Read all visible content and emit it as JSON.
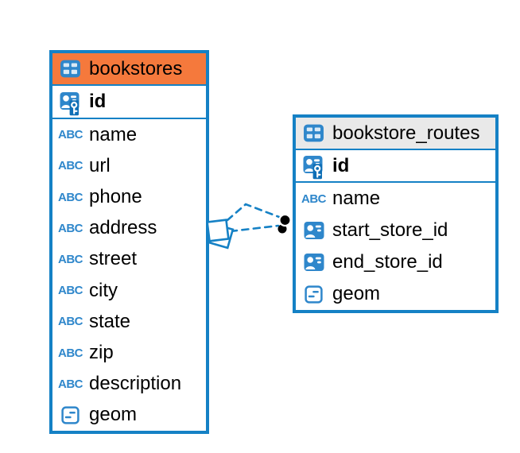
{
  "diagram": {
    "colors": {
      "accent": "#1581c5",
      "icon": "#2f87cb",
      "icon_dark": "#0f6fb6",
      "text": "#000000",
      "bg": "#ffffff",
      "dot": "#000000"
    }
  },
  "icons": {
    "text_type_label": "ABC"
  },
  "tables": [
    {
      "name": "bookstores",
      "header_bg": "#f5793c",
      "primary_key": {
        "name": "id",
        "type": "primary-key"
      },
      "columns": [
        {
          "name": "name",
          "type": "text"
        },
        {
          "name": "url",
          "type": "text"
        },
        {
          "name": "phone",
          "type": "text"
        },
        {
          "name": "address",
          "type": "text"
        },
        {
          "name": "street",
          "type": "text"
        },
        {
          "name": "city",
          "type": "text"
        },
        {
          "name": "state",
          "type": "text"
        },
        {
          "name": "zip",
          "type": "text"
        },
        {
          "name": "description",
          "type": "text"
        },
        {
          "name": "geom",
          "type": "object"
        }
      ]
    },
    {
      "name": "bookstore_routes",
      "header_bg": "#e9e9e9",
      "primary_key": {
        "name": "id",
        "type": "primary-key"
      },
      "columns": [
        {
          "name": "name",
          "type": "text"
        },
        {
          "name": "start_store_id",
          "type": "reference"
        },
        {
          "name": "end_store_id",
          "type": "reference"
        },
        {
          "name": "geom",
          "type": "object"
        }
      ]
    }
  ],
  "relationships": [
    {
      "from_table": "bookstore_routes",
      "from_column": "start_store_id",
      "to_table": "bookstores",
      "to_column": "id",
      "line_style": "dashed"
    },
    {
      "from_table": "bookstore_routes",
      "from_column": "end_store_id",
      "to_table": "bookstores",
      "to_column": "id",
      "line_style": "dashed"
    }
  ]
}
